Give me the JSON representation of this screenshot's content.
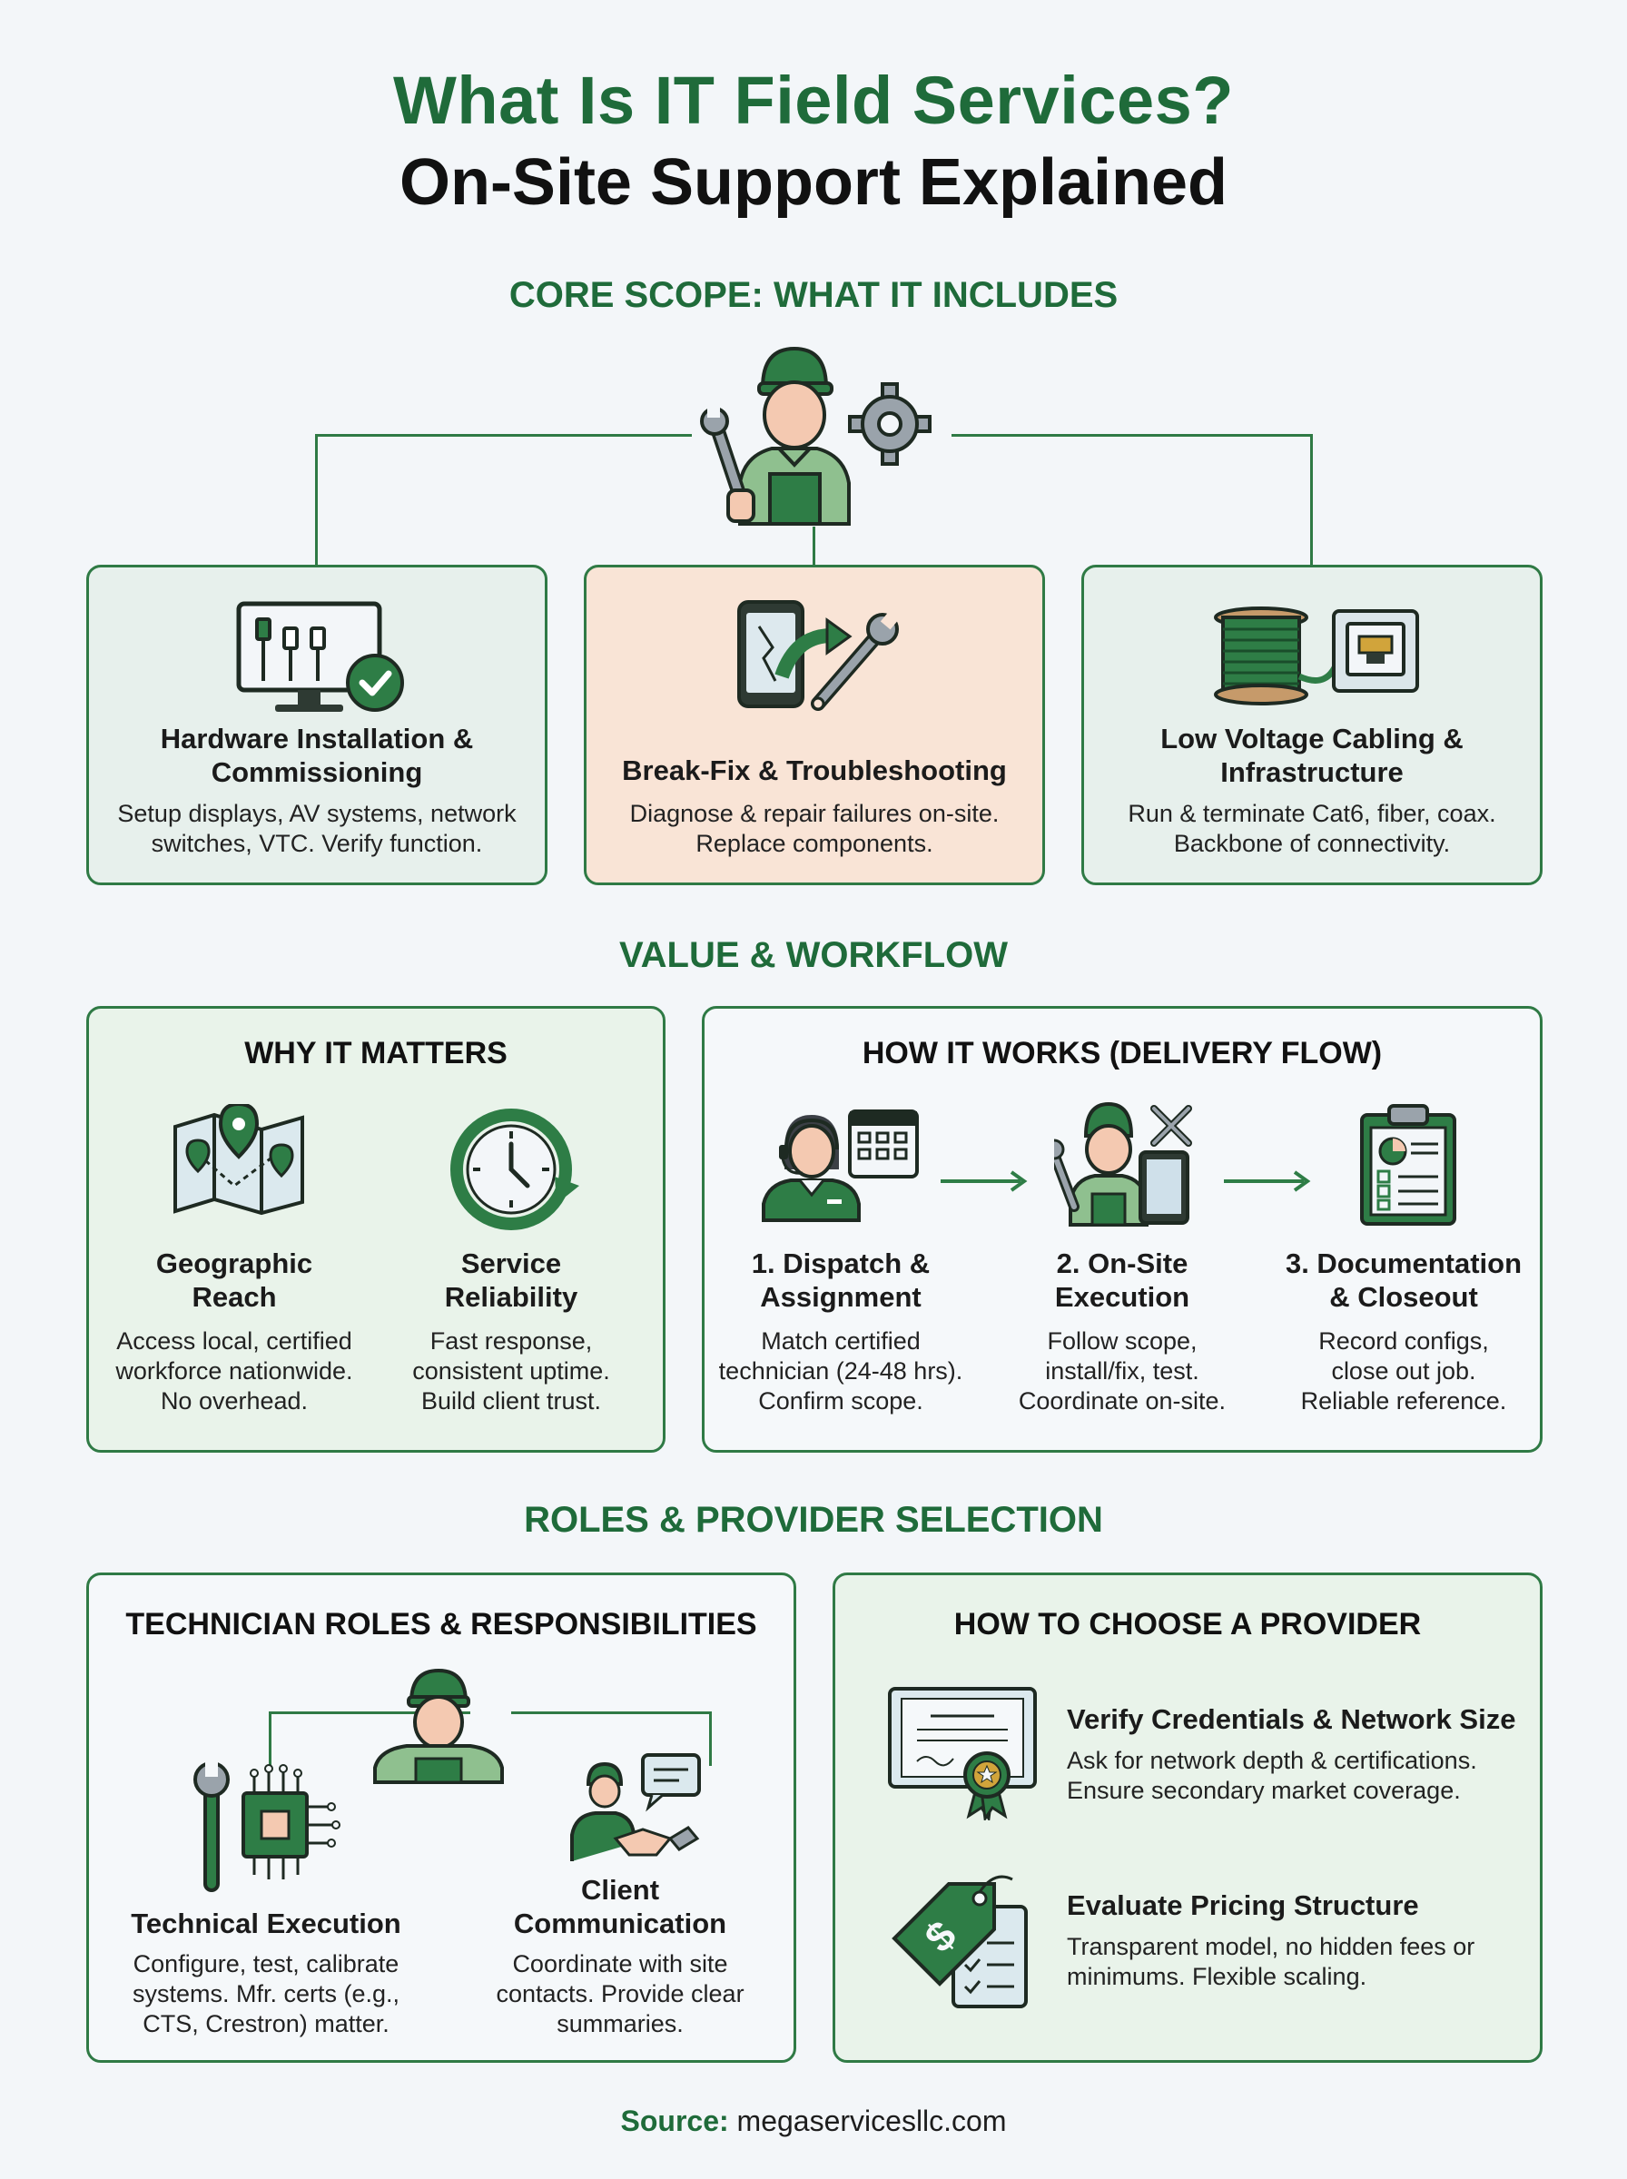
{
  "title": {
    "line1": "What Is IT Field Services?",
    "line2": "On-Site Support Explained"
  },
  "core_scope": {
    "heading": "CORE SCOPE: WHAT IT INCLUDES",
    "cards": [
      {
        "title_line1": "Hardware Installation &",
        "title_line2": "Commissioning",
        "text_line1": "Setup displays, AV systems, network",
        "text_line2": "switches, VTC. Verify function.",
        "icon": "monitor-check-icon"
      },
      {
        "title_line1": "Break-Fix & Troubleshooting",
        "text_line1": "Diagnose & repair failures on-site.",
        "text_line2": "Replace components.",
        "icon": "phone-wrench-icon"
      },
      {
        "title_line1": "Low Voltage Cabling &",
        "title_line2": "Infrastructure",
        "text_line1": "Run & terminate Cat6, fiber, coax.",
        "text_line2": "Backbone of connectivity.",
        "icon": "cable-spool-icon"
      }
    ]
  },
  "value_workflow": {
    "heading": "VALUE & WORKFLOW",
    "why": {
      "heading": "WHY IT MATTERS",
      "items": [
        {
          "title_line1": "Geographic",
          "title_line2": "Reach",
          "text_line1": "Access local, certified",
          "text_line2": "workforce nationwide.",
          "text_line3": "No overhead.",
          "icon": "map-pin-icon"
        },
        {
          "title_line1": "Service",
          "title_line2": "Reliability",
          "text_line1": "Fast response,",
          "text_line2": "consistent uptime.",
          "text_line3": "Build client trust.",
          "icon": "clock-refresh-icon"
        }
      ]
    },
    "how": {
      "heading": "HOW IT WORKS (DELIVERY FLOW)",
      "steps": [
        {
          "title_line1": "1. Dispatch &",
          "title_line2": "Assignment",
          "text_line1": "Match certified",
          "text_line2": "technician (24-48 hrs).",
          "text_line3": "Confirm scope.",
          "icon": "dispatcher-calendar-icon"
        },
        {
          "title_line1": "2. On-Site",
          "title_line2": "Execution",
          "text_line1": "Follow scope,",
          "text_line2": "install/fix, test.",
          "text_line3": "Coordinate on-site.",
          "icon": "technician-tablet-icon"
        },
        {
          "title_line1": "3. Documentation",
          "title_line2": "& Closeout",
          "text_line1": "Record configs,",
          "text_line2": "close out job.",
          "text_line3": "Reliable reference.",
          "icon": "clipboard-report-icon"
        }
      ]
    }
  },
  "roles_selection": {
    "heading": "ROLES & PROVIDER SELECTION",
    "roles": {
      "heading": "TECHNICIAN ROLES & RESPONSIBILITIES",
      "items": [
        {
          "title_line1": "Technical Execution",
          "text_line1": "Configure, test, calibrate",
          "text_line2": "systems. Mfr. certs (e.g.,",
          "text_line3": "CTS, Crestron) matter.",
          "icon": "wrench-chip-icon"
        },
        {
          "title_line1": "Client",
          "title_line2": "Communication",
          "text_line1": "Coordinate with site",
          "text_line2": "contacts. Provide clear",
          "text_line3": "summaries.",
          "icon": "handshake-chat-icon"
        }
      ]
    },
    "provider": {
      "heading": "HOW TO CHOOSE A PROVIDER",
      "items": [
        {
          "title": "Verify Credentials & Network Size",
          "text_line1": "Ask for network depth & certifications.",
          "text_line2": "Ensure secondary market coverage.",
          "icon": "certificate-icon"
        },
        {
          "title": "Evaluate Pricing Structure",
          "text_line1": "Transparent model, no hidden fees or",
          "text_line2": "minimums. Flexible scaling.",
          "icon": "price-tag-icon"
        }
      ]
    }
  },
  "source": {
    "label": "Source:",
    "value": "megaservicesllc.com"
  },
  "colors": {
    "brand_green": "#1f6b3a",
    "border_green": "#2f7a45",
    "peach": "#f9e4d6",
    "background": "#f3f6f9"
  }
}
